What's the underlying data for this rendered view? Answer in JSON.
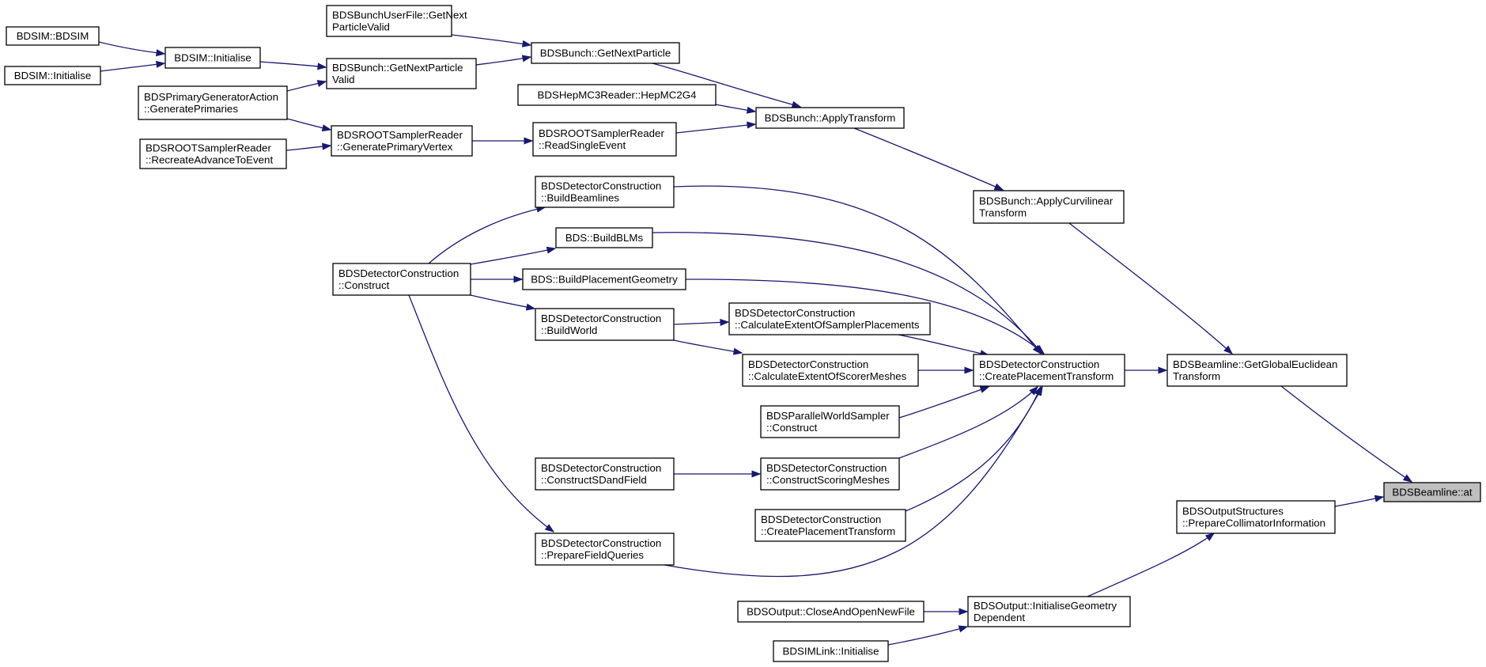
{
  "graph": {
    "title": "",
    "colors": {
      "edge": "#191970",
      "node_border": "#000000",
      "node_fill": "#ffffff",
      "focus_fill": "#bfbfbf"
    },
    "focus_node": "beamline_at",
    "nodes": [
      {
        "id": "bdsim_ctor",
        "lines": [
          "BDSIM::BDSIM"
        ]
      },
      {
        "id": "bdsim_init2",
        "lines": [
          "BDSIM::Initialise"
        ]
      },
      {
        "id": "bdsim_initialise",
        "lines": [
          "BDSIM::Initialise"
        ]
      },
      {
        "id": "userfile_getnext",
        "lines": [
          "BDSBunchUserFile::GetNext",
          "ParticleValid"
        ]
      },
      {
        "id": "bunch_getnextvalid",
        "lines": [
          "BDSBunch::GetNextParticle",
          "Valid"
        ]
      },
      {
        "id": "bunch_getnext",
        "lines": [
          "BDSBunch::GetNextParticle"
        ]
      },
      {
        "id": "pga_generate",
        "lines": [
          "BDSPrimaryGeneratorAction",
          "::GeneratePrimaries"
        ]
      },
      {
        "id": "hepmc3",
        "lines": [
          "BDSHepMC3Reader::HepMC2G4"
        ]
      },
      {
        "id": "rootsampler_recreate",
        "lines": [
          "BDSROOTSamplerReader",
          "::RecreateAdvanceToEvent"
        ]
      },
      {
        "id": "rootsampler_genvertex",
        "lines": [
          "BDSROOTSamplerReader",
          "::GeneratePrimaryVertex"
        ]
      },
      {
        "id": "rootsampler_readsingle",
        "lines": [
          "BDSROOTSamplerReader",
          "::ReadSingleEvent"
        ]
      },
      {
        "id": "bunch_applytransform",
        "lines": [
          "BDSBunch::ApplyTransform"
        ]
      },
      {
        "id": "bunch_applycurv",
        "lines": [
          "BDSBunch::ApplyCurvilinear",
          "Transform"
        ]
      },
      {
        "id": "dc_buildbeamlines",
        "lines": [
          "BDSDetectorConstruction",
          "::BuildBeamlines"
        ]
      },
      {
        "id": "bds_buildblms",
        "lines": [
          "BDS::BuildBLMs"
        ]
      },
      {
        "id": "dc_construct",
        "lines": [
          "BDSDetectorConstruction",
          "::Construct"
        ]
      },
      {
        "id": "bds_buildplacement",
        "lines": [
          "BDS::BuildPlacementGeometry"
        ]
      },
      {
        "id": "dc_buildworld",
        "lines": [
          "BDSDetectorConstruction",
          "::BuildWorld"
        ]
      },
      {
        "id": "dc_calcsampler",
        "lines": [
          "BDSDetectorConstruction",
          "::CalculateExtentOfSamplerPlacements"
        ]
      },
      {
        "id": "dc_calcscorer",
        "lines": [
          "BDSDetectorConstruction",
          "::CalculateExtentOfScorerMeshes"
        ]
      },
      {
        "id": "pws_construct",
        "lines": [
          "BDSParallelWorldSampler",
          "::Construct"
        ]
      },
      {
        "id": "dc_constructsd",
        "lines": [
          "BDSDetectorConstruction",
          "::ConstructSDandField"
        ]
      },
      {
        "id": "dc_constructscoring",
        "lines": [
          "BDSDetectorConstruction",
          "::ConstructScoringMeshes"
        ]
      },
      {
        "id": "dc_createplacement2",
        "lines": [
          "BDSDetectorConstruction",
          "::CreatePlacementTransform"
        ]
      },
      {
        "id": "dc_preparefield",
        "lines": [
          "BDSDetectorConstruction",
          "::PrepareFieldQueries"
        ]
      },
      {
        "id": "dc_createplacement",
        "lines": [
          "BDSDetectorConstruction",
          "::CreatePlacementTransform"
        ]
      },
      {
        "id": "beamline_getglobal",
        "lines": [
          "BDSBeamline::GetGlobalEuclidean",
          "Transform"
        ]
      },
      {
        "id": "output_closeopen",
        "lines": [
          "BDSOutput::CloseAndOpenNewFile"
        ]
      },
      {
        "id": "output_initgeom",
        "lines": [
          "BDSOutput::InitialiseGeometry",
          "Dependent"
        ]
      },
      {
        "id": "simlink_init",
        "lines": [
          "BDSIMLink::Initialise"
        ]
      },
      {
        "id": "outstruct_prepare",
        "lines": [
          "BDSOutputStructures",
          "::PrepareCollimatorInformation"
        ]
      },
      {
        "id": "beamline_at",
        "lines": [
          "BDSBeamline::at"
        ]
      }
    ],
    "edges": [
      {
        "from": "bdsim_ctor",
        "to": "bdsim_initialise"
      },
      {
        "from": "bdsim_init2",
        "to": "bdsim_initialise"
      },
      {
        "from": "bdsim_initialise",
        "to": "bunch_getnextvalid"
      },
      {
        "from": "pga_generate",
        "to": "bunch_getnextvalid"
      },
      {
        "from": "pga_generate",
        "to": "rootsampler_genvertex"
      },
      {
        "from": "rootsampler_recreate",
        "to": "rootsampler_genvertex"
      },
      {
        "from": "userfile_getnext",
        "to": "bunch_getnext"
      },
      {
        "from": "bunch_getnextvalid",
        "to": "bunch_getnext"
      },
      {
        "from": "rootsampler_genvertex",
        "to": "rootsampler_readsingle"
      },
      {
        "from": "bunch_getnext",
        "to": "bunch_applytransform"
      },
      {
        "from": "hepmc3",
        "to": "bunch_applytransform"
      },
      {
        "from": "rootsampler_readsingle",
        "to": "bunch_applytransform"
      },
      {
        "from": "bunch_applytransform",
        "to": "bunch_applycurv"
      },
      {
        "from": "bunch_applycurv",
        "to": "beamline_getglobal"
      },
      {
        "from": "dc_construct",
        "to": "dc_buildbeamlines"
      },
      {
        "from": "dc_construct",
        "to": "bds_buildblms"
      },
      {
        "from": "dc_construct",
        "to": "bds_buildplacement"
      },
      {
        "from": "dc_construct",
        "to": "dc_buildworld"
      },
      {
        "from": "dc_construct",
        "to": "dc_preparefield"
      },
      {
        "from": "dc_buildworld",
        "to": "dc_calcsampler"
      },
      {
        "from": "dc_buildworld",
        "to": "dc_calcscorer"
      },
      {
        "from": "dc_constructsd",
        "to": "dc_constructscoring"
      },
      {
        "from": "dc_buildbeamlines",
        "to": "dc_createplacement"
      },
      {
        "from": "bds_buildblms",
        "to": "dc_createplacement"
      },
      {
        "from": "bds_buildplacement",
        "to": "dc_createplacement"
      },
      {
        "from": "dc_calcsampler",
        "to": "dc_createplacement"
      },
      {
        "from": "dc_calcscorer",
        "to": "dc_createplacement"
      },
      {
        "from": "pws_construct",
        "to": "dc_createplacement"
      },
      {
        "from": "dc_constructscoring",
        "to": "dc_createplacement"
      },
      {
        "from": "dc_createplacement2",
        "to": "dc_createplacement"
      },
      {
        "from": "dc_preparefield",
        "to": "dc_createplacement"
      },
      {
        "from": "dc_createplacement",
        "to": "beamline_getglobal"
      },
      {
        "from": "beamline_getglobal",
        "to": "beamline_at"
      },
      {
        "from": "output_closeopen",
        "to": "output_initgeom"
      },
      {
        "from": "simlink_init",
        "to": "output_initgeom"
      },
      {
        "from": "output_initgeom",
        "to": "outstruct_prepare"
      },
      {
        "from": "outstruct_prepare",
        "to": "beamline_at"
      }
    ]
  }
}
